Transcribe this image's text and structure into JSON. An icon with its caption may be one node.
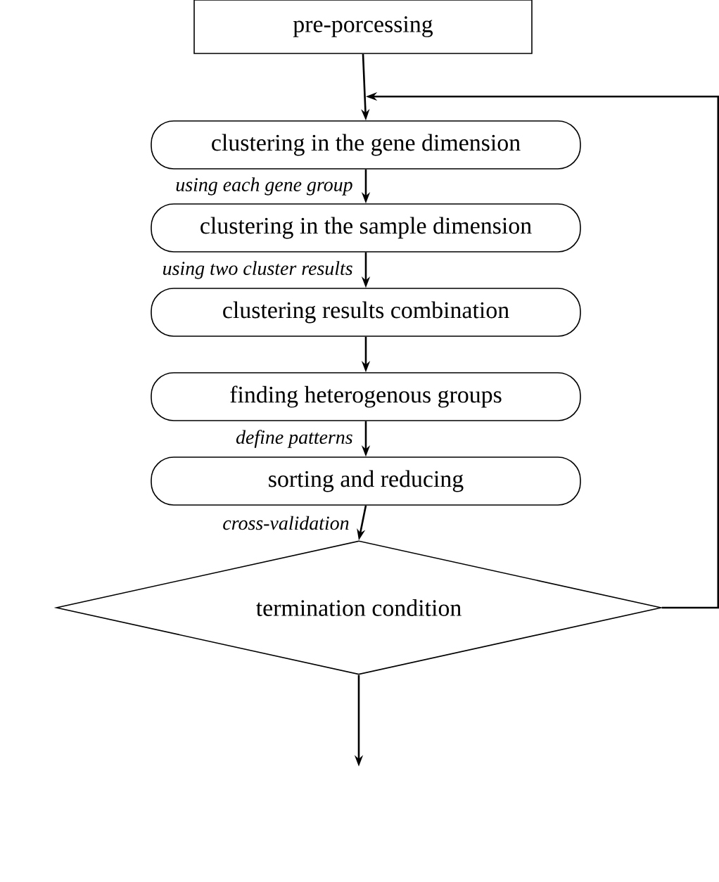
{
  "diagram": {
    "nodes": [
      {
        "text": [
          "pre-porcessing"
        ]
      },
      {
        "text": [
          "clustering in the gene dimension"
        ]
      },
      {
        "text": [
          "clustering in the sample dimension"
        ]
      },
      {
        "text": [
          "clustering results combination"
        ]
      },
      {
        "text": [
          "finding heterogenous groups"
        ]
      },
      {
        "text": [
          "sorting and reducing"
        ]
      },
      {
        "text": [
          "termination condition"
        ]
      }
    ],
    "edges": [
      {
        "from": 0,
        "to": 1,
        "arrow": "to"
      },
      {
        "from": 1,
        "to": 2,
        "arrow": "to",
        "label": "using each gene group"
      },
      {
        "from": 2,
        "to": 3,
        "arrow": "to",
        "label": "using two cluster results"
      },
      {
        "from": 3,
        "to": 4,
        "arrow": "to"
      },
      {
        "from": 4,
        "to": 5,
        "arrow": "to",
        "label": "define patterns"
      },
      {
        "from": 5,
        "to": 6,
        "arrow": "to",
        "label": "cross-validation"
      },
      {
        "from": 6,
        "to": 1,
        "arrow": "to"
      },
      {
        "from": 6,
        "to": null,
        "arrow": "to"
      }
    ]
  }
}
